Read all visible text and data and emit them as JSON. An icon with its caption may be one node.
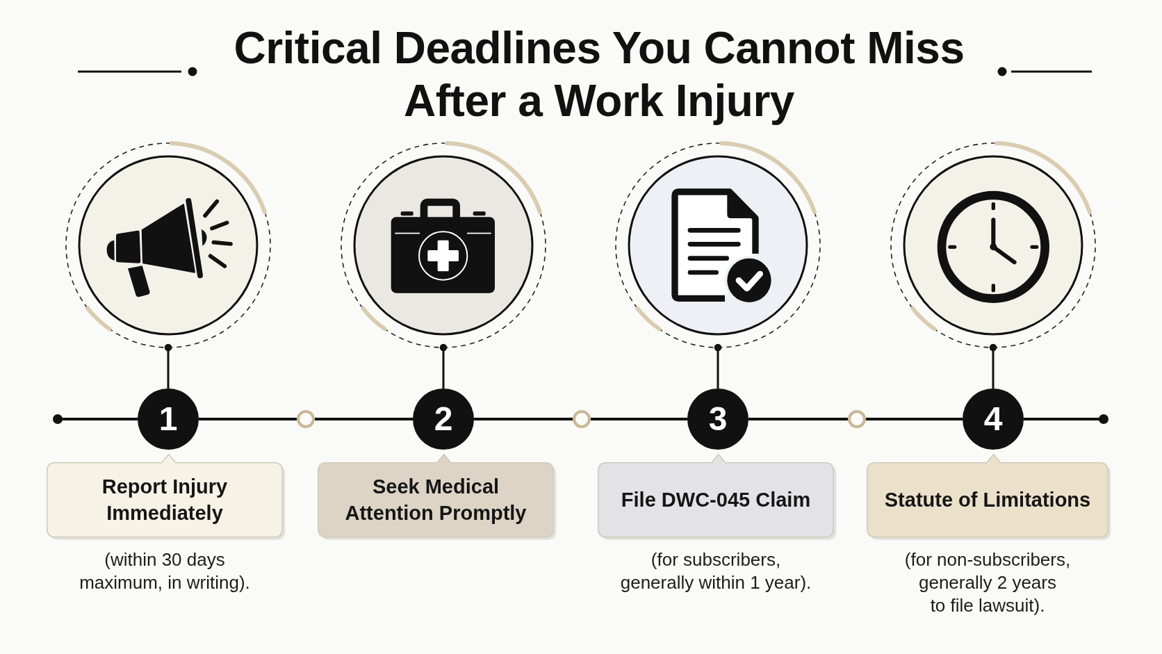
{
  "diagram": {
    "title": "Critical Deadlines You Cannot Miss After a Work Injury",
    "nodes": [
      {
        "text": [],
        "shape": "circle"
      },
      {
        "text": [],
        "shape": "circle"
      },
      {
        "text": [],
        "shape": "circle"
      },
      {
        "text": [],
        "shape": "circle"
      },
      {
        "text": [
          "1"
        ]
      },
      {
        "text": [],
        "shape": "circle"
      },
      {
        "text": [
          "2"
        ]
      },
      {
        "text": [],
        "shape": "circle"
      },
      {
        "text": [
          "3"
        ]
      },
      {
        "text": [],
        "shape": "circle"
      },
      {
        "text": [
          "4"
        ]
      },
      {
        "text": [
          "Report Injury Immediately"
        ],
        "beside": [
          "(within 30 days maximum, in writing)."
        ]
      },
      {
        "text": [
          "Seek Medical Attention Promptly"
        ]
      },
      {
        "text": [
          "File DWC-045 Claim"
        ],
        "beside": [
          "(for subscribers, generally within 1 year)."
        ]
      },
      {
        "text": [
          "Statute of Limitations"
        ],
        "beside": [
          "(for non-subscribers, generally 2 years to file lawsuit)."
        ]
      }
    ],
    "edges": [
      {
        "from": null,
        "to": 4,
        "arrow": "other"
      },
      {
        "from": 4,
        "to": 5,
        "arrow": "none"
      },
      {
        "from": 5,
        "to": 6,
        "arrow": "none"
      },
      {
        "from": 6,
        "to": 7,
        "arrow": "none"
      },
      {
        "from": 7,
        "to": 8,
        "arrow": "none"
      },
      {
        "from": 8,
        "to": 9,
        "arrow": "none"
      },
      {
        "from": 9,
        "to": 10,
        "arrow": "none"
      },
      {
        "from": null,
        "to": 10,
        "arrow": "other"
      },
      {
        "from": 0,
        "to": 4,
        "arrow": "other"
      },
      {
        "from": 1,
        "to": 6,
        "arrow": "other"
      },
      {
        "from": 2,
        "to": 8,
        "arrow": "other"
      },
      {
        "from": 3,
        "to": 10,
        "arrow": "other"
      }
    ]
  }
}
